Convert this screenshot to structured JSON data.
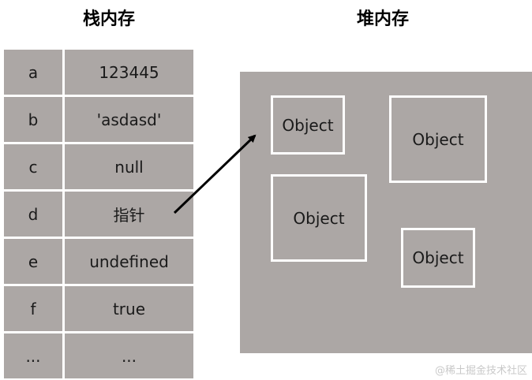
{
  "titles": {
    "stack": "栈内存",
    "heap": "堆内存"
  },
  "stack_rows": [
    {
      "key": "a",
      "value": "123445"
    },
    {
      "key": "b",
      "value": "'asdasd'"
    },
    {
      "key": "c",
      "value": "null"
    },
    {
      "key": "d",
      "value": "指针"
    },
    {
      "key": "e",
      "value": "undefined"
    },
    {
      "key": "f",
      "value": "true"
    },
    {
      "key": "...",
      "value": "..."
    }
  ],
  "heap_objects": [
    "Object",
    "Object",
    "Object",
    "Object"
  ],
  "watermark": "@稀土掘金技术社区",
  "colors": {
    "cell_gray": "#aca7a5",
    "border_white": "#ffffff",
    "arrow": "#000000"
  }
}
